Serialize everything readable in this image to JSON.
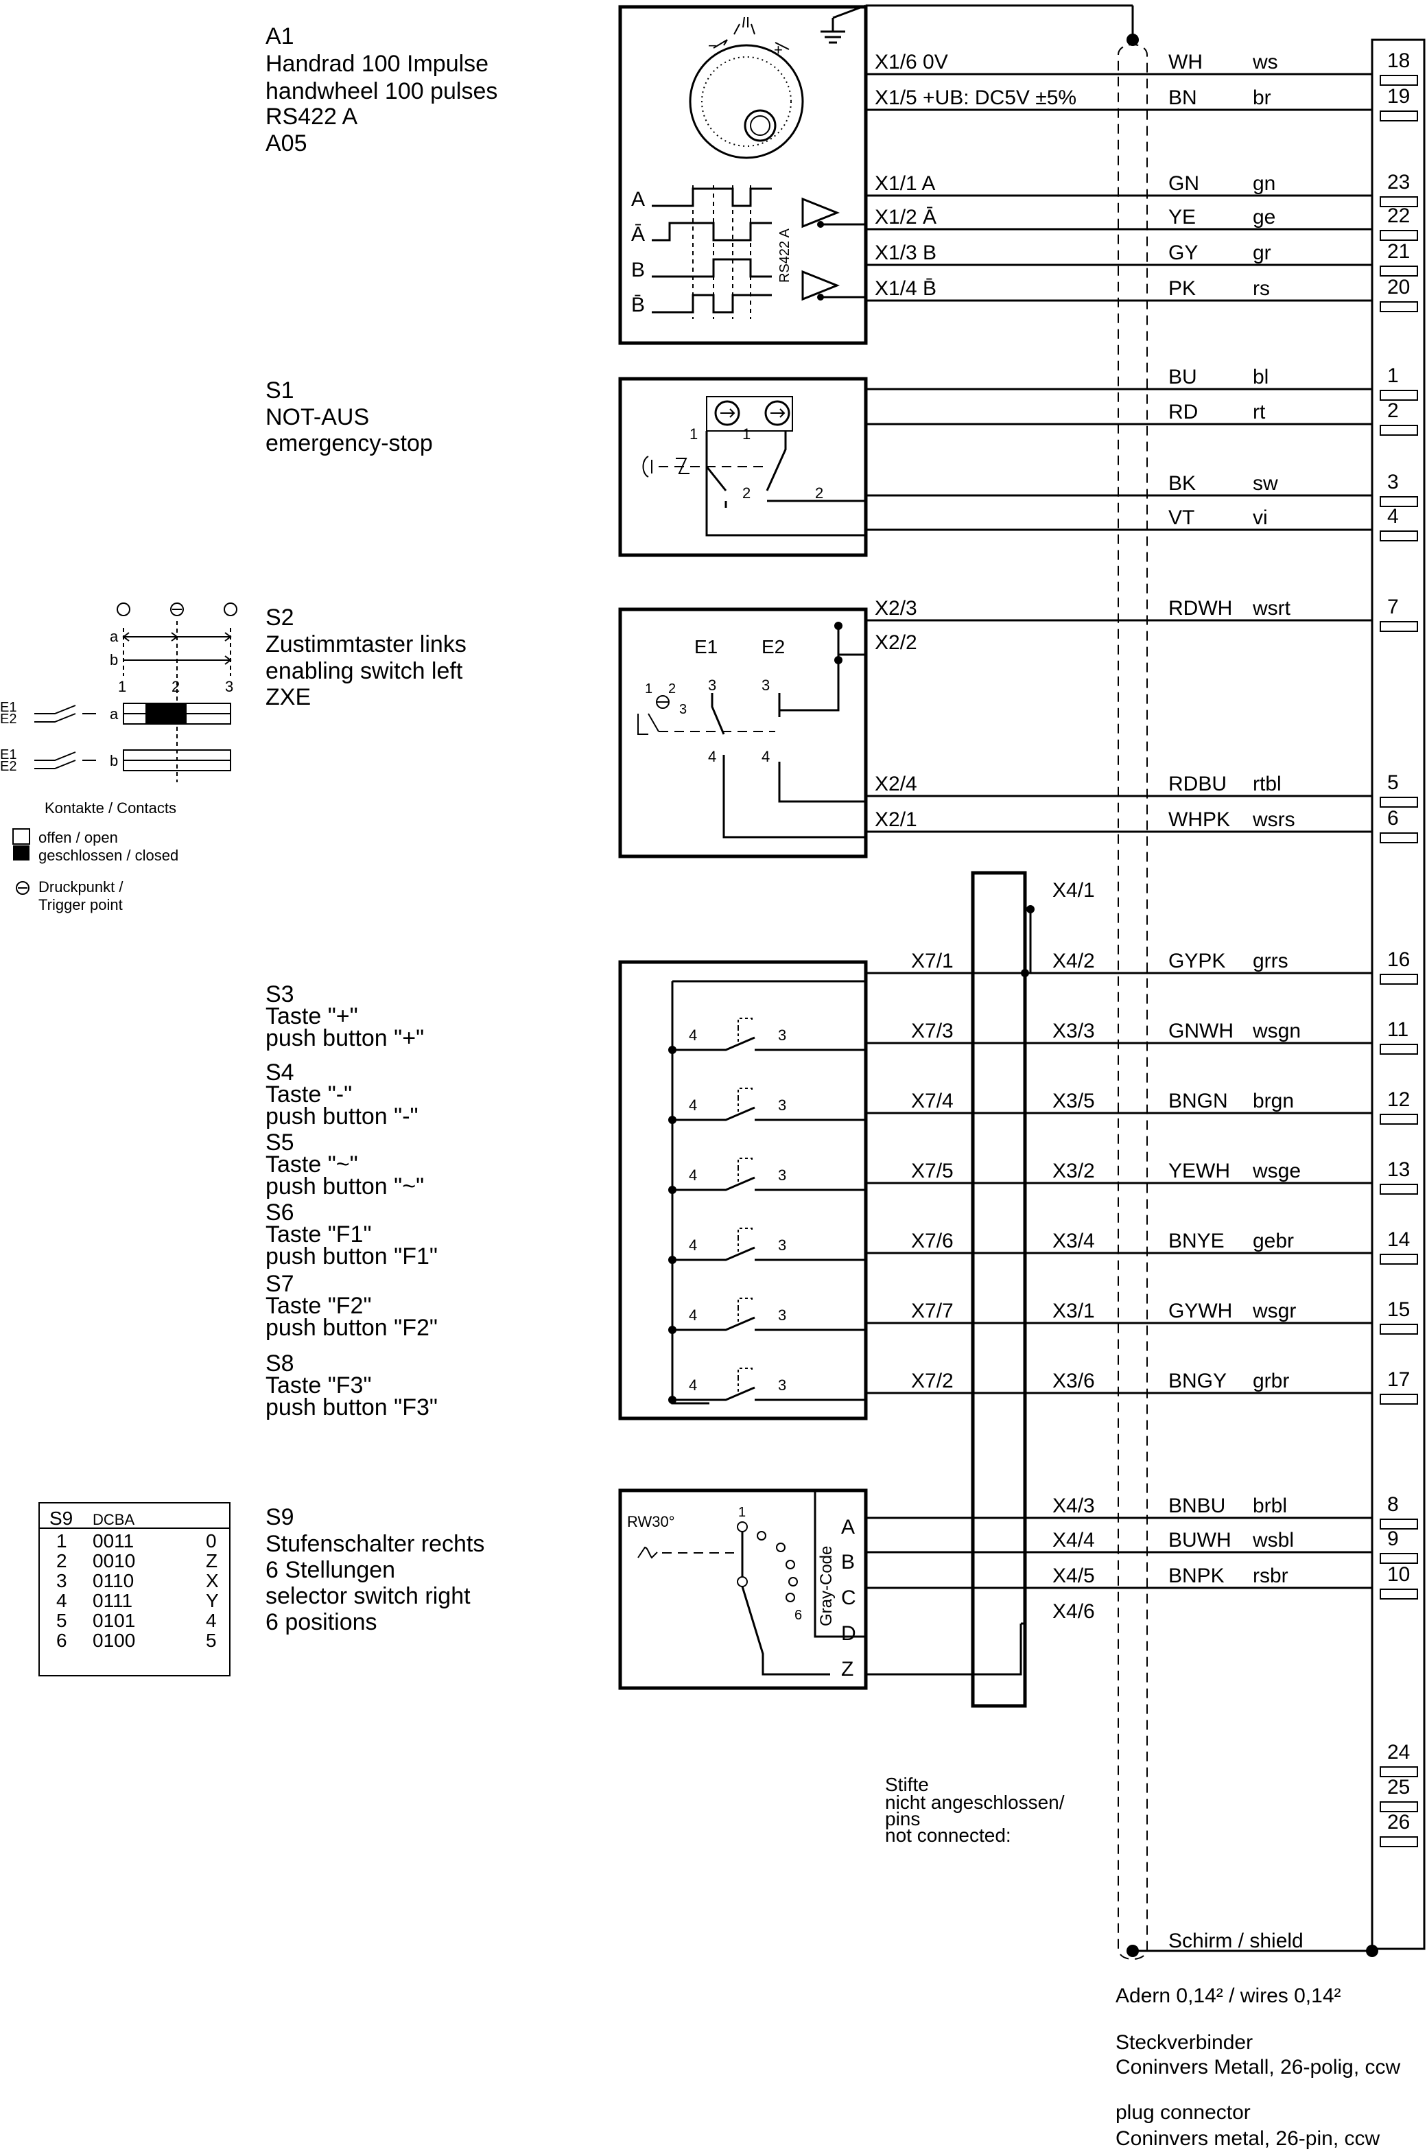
{
  "a1": {
    "lines": [
      "A1",
      "Handrad 100 Impulse",
      "handwheel 100 pulses",
      "RS422 A",
      "A05"
    ],
    "signals": [
      "A",
      "Ā",
      "B",
      "B̄"
    ],
    "driver_label": "RS422 A"
  },
  "s1": {
    "lines": [
      "S1",
      "NOT-AUS",
      "emergency-stop"
    ],
    "contact_labels": [
      "1",
      "1",
      "2",
      "2"
    ]
  },
  "s2": {
    "lines": [
      "S2",
      "Zustimmtaster links",
      "enabling switch left",
      "ZXE"
    ],
    "switch_labels": [
      "E1",
      "E2"
    ],
    "contact_labels": [
      "3",
      "3",
      "4",
      "4"
    ],
    "icon_labels": [
      "1",
      "2",
      "3"
    ]
  },
  "legend": {
    "rows": [
      "a",
      "b"
    ],
    "positions": [
      "1",
      "2",
      "3"
    ],
    "switches": [
      "E1",
      "E2"
    ],
    "title": "Kontakte / Contacts",
    "open": "offen / open",
    "closed": "geschlossen / closed",
    "trigger1": "Druckpunkt /",
    "trigger2": "Trigger point"
  },
  "buttons": [
    {
      "lines": [
        "S3",
        "Taste \"+\"",
        "push button \"+\""
      ]
    },
    {
      "lines": [
        "S4",
        "Taste \"-\"",
        "push button \"-\""
      ]
    },
    {
      "lines": [
        "S5",
        "Taste \"~\"",
        "push button \"~\""
      ]
    },
    {
      "lines": [
        "S6",
        "Taste \"F1\"",
        "push button \"F1\""
      ]
    },
    {
      "lines": [
        "S7",
        "Taste \"F2\"",
        "push button \"F2\""
      ]
    },
    {
      "lines": [
        "S8",
        "Taste \"F3\"",
        "push button \"F3\""
      ]
    }
  ],
  "button_contact_labels": [
    "4",
    "3"
  ],
  "s9": {
    "lines": [
      "S9",
      "Stufenschalter rechts",
      "6   Stellungen",
      "selector switch right",
      "6   positions"
    ],
    "rw": "RW30°",
    "gray": "Gray-Code",
    "abcd": [
      "A",
      "B",
      "C",
      "D",
      "Z"
    ],
    "pos_labels": [
      "1",
      "6"
    ],
    "table": {
      "header": [
        "S9",
        "DCBA"
      ],
      "rows": [
        [
          "1",
          "0011",
          "0"
        ],
        [
          "2",
          "0010",
          "Z"
        ],
        [
          "3",
          "0110",
          "X"
        ],
        [
          "4",
          "0111",
          "Y"
        ],
        [
          "5",
          "0101",
          "4"
        ],
        [
          "6",
          "0100",
          "5"
        ]
      ]
    }
  },
  "wires": [
    {
      "sig": "X1/6 0V",
      "code": "WH",
      "color": "ws",
      "pin": "18"
    },
    {
      "sig": "X1/5 +UB: DC5V ±5%",
      "code": "BN",
      "color": "br",
      "pin": "19"
    },
    {
      "sig": "X1/1 A",
      "code": "GN",
      "color": "gn",
      "pin": "23"
    },
    {
      "sig": "X1/2 Ā",
      "code": "YE",
      "color": "ge",
      "pin": "22"
    },
    {
      "sig": "X1/3 B",
      "code": "GY",
      "color": "gr",
      "pin": "21"
    },
    {
      "sig": "X1/4 B̄",
      "code": "PK",
      "color": "rs",
      "pin": "20"
    },
    {
      "sig": "",
      "code": "BU",
      "color": "bl",
      "pin": "1"
    },
    {
      "sig": "",
      "code": "RD",
      "color": "rt",
      "pin": "2"
    },
    {
      "sig": "",
      "code": "BK",
      "color": "sw",
      "pin": "3"
    },
    {
      "sig": "",
      "code": "VT",
      "color": "vi",
      "pin": "4"
    },
    {
      "sig": "X2/3",
      "code": "RDWH",
      "color": "wsrt",
      "pin": "7"
    },
    {
      "sig": "X2/2",
      "code": "",
      "color": "",
      "pin": ""
    },
    {
      "sig": "X2/4",
      "code": "RDBU",
      "color": "rtbl",
      "pin": "5"
    },
    {
      "sig": "X2/1",
      "code": "WHPK",
      "color": "wsrs",
      "pin": "6"
    },
    {
      "sig": "X4/1",
      "code": "",
      "color": "",
      "pin": ""
    },
    {
      "sig": "X7/1",
      "sig2": "X4/2",
      "code": "GYPK",
      "color": "grrs",
      "pin": "16"
    },
    {
      "sig": "X7/3",
      "sig2": "X3/3",
      "code": "GNWH",
      "color": "wsgn",
      "pin": "11"
    },
    {
      "sig": "X7/4",
      "sig2": "X3/5",
      "code": "BNGN",
      "color": "brgn",
      "pin": "12"
    },
    {
      "sig": "X7/5",
      "sig2": "X3/2",
      "code": "YEWH",
      "color": "wsge",
      "pin": "13"
    },
    {
      "sig": "X7/6",
      "sig2": "X3/4",
      "code": "BNYE",
      "color": "gebr",
      "pin": "14"
    },
    {
      "sig": "X7/7",
      "sig2": "X3/1",
      "code": "GYWH",
      "color": "wsgr",
      "pin": "15"
    },
    {
      "sig": "X7/2",
      "sig2": "X3/6",
      "code": "BNGY",
      "color": "grbr",
      "pin": "17"
    },
    {
      "sig": "X4/3",
      "code": "BNBU",
      "color": "brbl",
      "pin": "8"
    },
    {
      "sig": "X4/4",
      "code": "BUWH",
      "color": "wsbl",
      "pin": "9"
    },
    {
      "sig": "X4/5",
      "code": "BNPK",
      "color": "rsbr",
      "pin": "10"
    },
    {
      "sig": "X4/6",
      "code": "",
      "color": "",
      "pin": ""
    }
  ],
  "unconnected": {
    "lines": [
      "Stifte",
      "nicht angeschlossen/",
      "pins",
      "not connected:"
    ],
    "pins": [
      "24",
      "25",
      "26"
    ]
  },
  "shield_label": "Schirm / shield",
  "footer": [
    "Adern 0,14² / wires 0,14²",
    "Steckverbinder",
    "Coninvers Metall, 26-polig, ccw",
    "plug connector",
    "Coninvers metal, 26-pin, ccw"
  ]
}
